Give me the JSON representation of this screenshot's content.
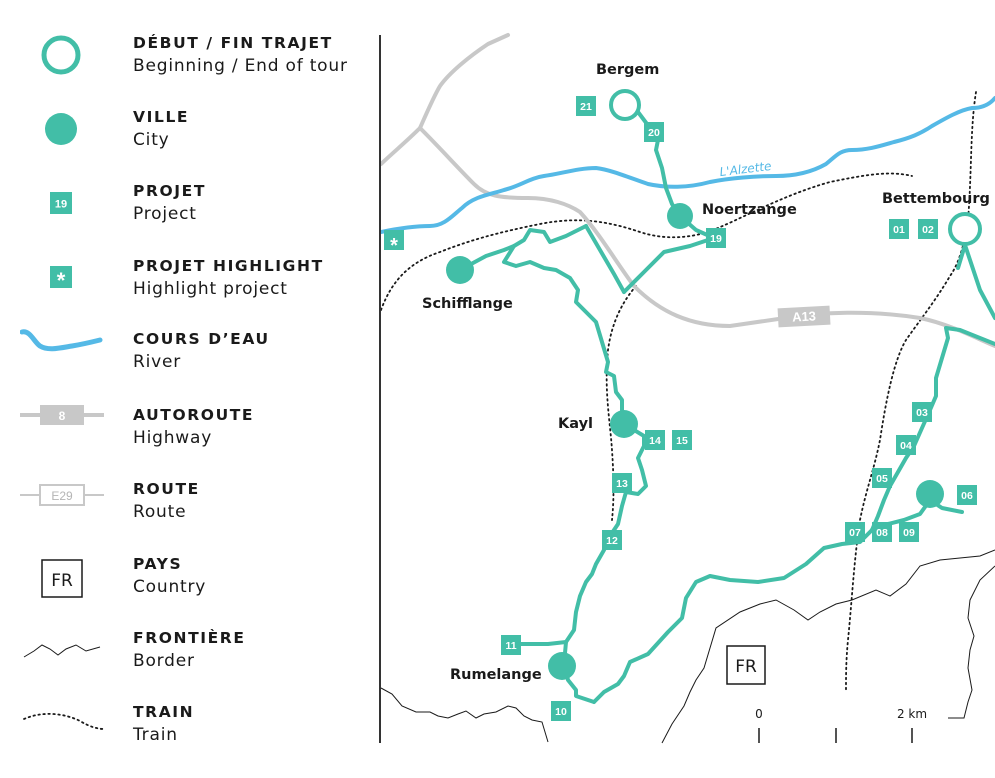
{
  "colors": {
    "teal": "#42bea7",
    "river": "#55b9e6",
    "highway": "#c8c8c8",
    "text": "#1a1a1a"
  },
  "legend": [
    {
      "key": "start_end",
      "icon": "ring-icon",
      "title": "DÉBUT / FIN TRAJET",
      "subtitle": "Beginning / End of tour"
    },
    {
      "key": "city",
      "icon": "filled-circle-icon",
      "title": "VILLE",
      "subtitle": "City"
    },
    {
      "key": "project",
      "icon": "project-square-icon",
      "sample": "19",
      "title": "PROJET",
      "subtitle": "Project"
    },
    {
      "key": "highlight",
      "icon": "asterisk-icon",
      "sample": "*",
      "title": "PROJET HIGHLIGHT",
      "subtitle": "Highlight project"
    },
    {
      "key": "river",
      "icon": "river-icon",
      "title": "COURS D’EAU",
      "subtitle": "River"
    },
    {
      "key": "highway",
      "icon": "highway-icon",
      "sample": "8",
      "title": "AUTOROUTE",
      "subtitle": "Highway"
    },
    {
      "key": "route",
      "icon": "route-icon",
      "sample": "E29",
      "title": "ROUTE",
      "subtitle": "Route"
    },
    {
      "key": "country",
      "icon": "country-box-icon",
      "sample": "FR",
      "title": "PAYS",
      "subtitle": "Country"
    },
    {
      "key": "border",
      "icon": "border-icon",
      "title": "FRONTIÈRE",
      "subtitle": "Border"
    },
    {
      "key": "train",
      "icon": "train-icon",
      "title": "TRAIN",
      "subtitle": "Train"
    }
  ],
  "map": {
    "river_name": "L'Alzette",
    "highway_label": "A13",
    "country_label": "FR",
    "scale": {
      "start": "0",
      "end": "2 km"
    },
    "highlight_marker": "*",
    "cities": [
      "Bergem",
      "Noertzange",
      "Bettembourg",
      "Schifflange",
      "Kayl",
      "Rumelange"
    ],
    "projects": [
      "01",
      "02",
      "03",
      "04",
      "05",
      "06",
      "07",
      "08",
      "09",
      "10",
      "11",
      "12",
      "13",
      "14",
      "15",
      "19",
      "20",
      "21"
    ]
  }
}
